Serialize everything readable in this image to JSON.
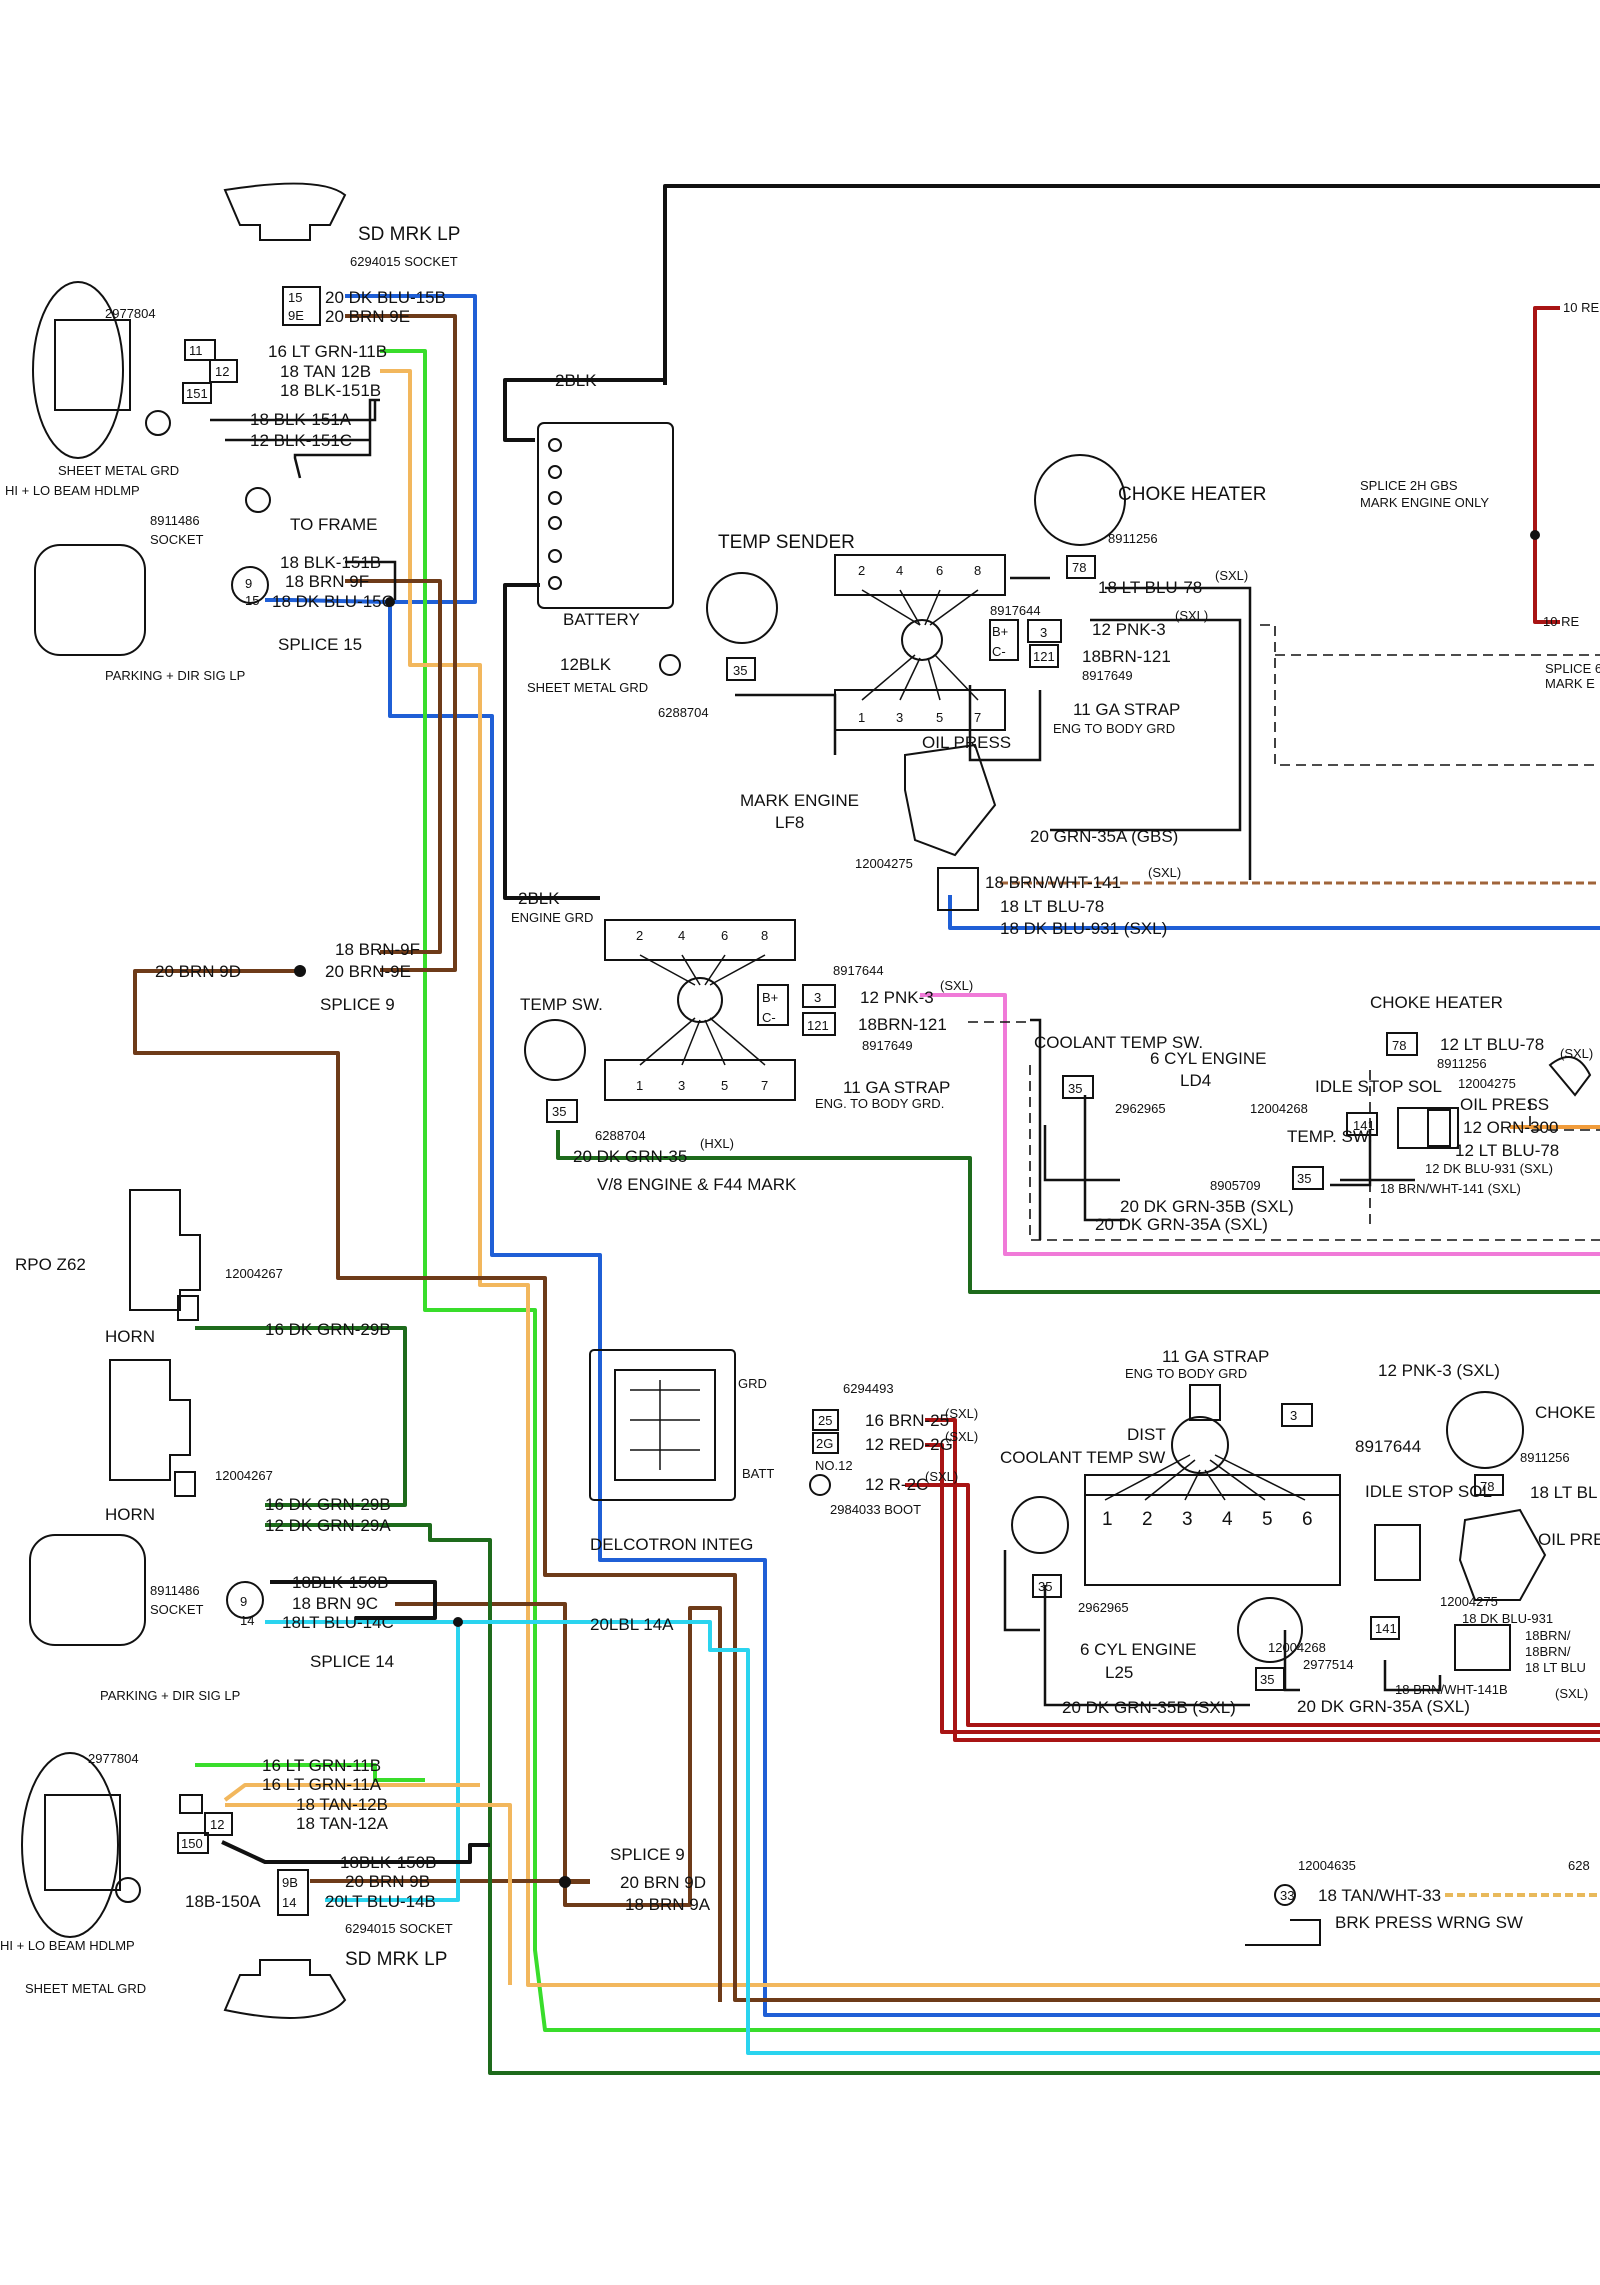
{
  "colors": {
    "black": "#111111",
    "blue": "#1f5fd6",
    "lt_blue": "#2ad4ef",
    "lt_green": "#39dd2b",
    "brown": "#6e3b19",
    "tan": "#f2b75d",
    "dk_green": "#1e6b1c",
    "red": "#a81414",
    "pink": "#f07ad8",
    "orange": "#f19c3b"
  },
  "labels": {
    "sd_mrk_lp": "SD MRK LP",
    "socket_6294015": "6294015 SOCKET",
    "p_2977804": "2977804",
    "w_20dkblu15b": "20 DK BLU-15B",
    "w_20brn9e": "20 BRN 9E",
    "w_16ltgrn11b": "16 LT GRN-11B",
    "w_18tan12b": "18 TAN 12B",
    "w_18blk151b": "18 BLK-151B",
    "w_18blk151a": "18 BLK-151A",
    "w_12blk151c": "12 BLK-151C",
    "sheet_metal_grd": "SHEET METAL GRD",
    "hi_lo_beam": "HI + LO BEAM HDLMP",
    "to_frame": "TO FRAME",
    "p_8911486": "8911486",
    "socket": "SOCKET",
    "w_18blk151b_2": "18 BLK-151B",
    "w_18brn9f": "18 BRN 9F",
    "w_18dkblu15c": "18 DK BLU-15C",
    "splice_15": "SPLICE 15",
    "parking_dir_sig_lp": "PARKING + DIR SIG LP",
    "w_2blk": "2BLK",
    "battery": "BATTERY",
    "w_12blk": "12BLK",
    "sheet_metal_grd_2": "SHEET METAL GRD",
    "p_6288704": "6288704",
    "temp_sender": "TEMP SENDER",
    "choke_heater": "CHOKE HEATER",
    "p_8911256": "8911256",
    "w_18ltblu78": "18 LT BLU-78",
    "sxl": "(SXL)",
    "p_8917644": "8917644",
    "w_12pnk3": "12 PNK-3",
    "w_18brn121": "18BRN-121",
    "p_8917649": "8917649",
    "w_11ga_strap": "11 GA STRAP",
    "eng_to_body_grd": "ENG TO BODY GRD",
    "oil_press": "OIL PRESS",
    "mark_engine": "MARK ENGINE",
    "lf8": "LF8",
    "w_20grn35a_gbs": "20 GRN-35A (GBS)",
    "p_12004275": "12004275",
    "w_18brnwht141": "18 BRN/WHT-141",
    "w_18ltblu78_2": "18 LT BLU-78",
    "w_18dkblu931": "18 DK BLU-931 (SXL)",
    "w_10red": "10 RE",
    "w_10red_2": "10 RE",
    "splice_2h": "SPLICE 2H GBS",
    "mark_engine_only": "MARK ENGINE ONLY",
    "splice_cut": "SPLICE 6",
    "mark_cut": "MARK E",
    "w_2blk_2": "2BLK",
    "engine_grd": "ENGINE GRD",
    "p_8917644_2": "8917644",
    "w_12pnk3_2": "12 PNK-3",
    "sxl_2": "(SXL)",
    "w_18brn121_2": "18BRN-121",
    "p_8917649_2": "8917649",
    "temp_sw": "TEMP SW.",
    "w_11ga_strap_2": "11 GA STRAP",
    "eng_to_body_grd_2": "ENG. TO BODY GRD.",
    "p_6288704_2": "6288704",
    "w_20dkgrn35": "20 DK GRN-35",
    "hxl": "(HXL)",
    "v8_engine": "V/8 ENGINE & F44 MARK",
    "coolant_temp_sw": "COOLANT TEMP SW.",
    "six_cyl_engine": "6 CYL ENGINE",
    "ld4": "LD4",
    "p_2962965": "2962965",
    "choke_heater_2": "CHOKE HEATER",
    "w_12ltblu78": "12 LT BLU-78",
    "p_8911256_2": "8911256",
    "idle_stop_sol": "IDLE STOP SOL",
    "p_12004268": "12004268",
    "p_12004275_2": "12004275",
    "oil_press_2": "OIL PRESS",
    "w_12orn300": "12 ORN-300",
    "w_12ltblu78_2": "12 LT BLU-78",
    "w_12dkblu931": "12 DK BLU-931 (SXL)",
    "temp_sw_2": "TEMP. SW.",
    "p_8905709": "8905709",
    "w_18brnwht141_2": "18 BRN/WHT-141 (SXL)",
    "w_20dkgrn35b": "20 DK GRN-35B (SXL)",
    "w_20dkgrn35a": "20 DK GRN-35A (SXL)",
    "rpo_z62": "RPO Z62",
    "p_12004267": "12004267",
    "horn": "HORN",
    "w_16dkgrn29b": "16 DK GRN-29B",
    "p_12004267_2": "12004267",
    "horn_2": "HORN",
    "w_16dkgrn29b_2": "16 DK GRN-29B",
    "w_12dkgrn29a": "12 DK GRN-29A",
    "w_18brn9f_2": "18 BRN-9F",
    "w_20brn9d": "20 BRN 9D",
    "w_20brn9e_2": "20 BRN-9E",
    "splice_9": "SPLICE 9",
    "delcotron": "DELCOTRON INTEG",
    "grd": "GRD",
    "batt": "BATT",
    "p_6294493": "6294493",
    "w_16brn25": "16 BRN-25",
    "w_12red2g": "12 RED-2G",
    "no12": "NO.12",
    "w_12r2c": "12 R-2C",
    "p_2984033": "2984033 BOOT",
    "w_11ga_strap_3": "11 GA STRAP",
    "eng_to_body_grd_3": "ENG TO BODY GRD",
    "w_12pnk3_3": "12 PNK-3 (SXL)",
    "dist": "DIST",
    "coolant_temp_sw_2": "COOLANT TEMP SW",
    "p_8917644_3": "8917644",
    "choke_heater_3": "CHOKE HEATER",
    "p_8911256_3": "8911256",
    "w_18ltblu_cut": "18 LT BL",
    "idle_stop_sol_2": "IDLE STOP SOL",
    "oil_press_3": "OIL PRESS",
    "p_2962965_2": "2962965",
    "p_12004268_2": "12004268",
    "p_2977514": "2977514",
    "p_12004275_3": "12004275",
    "w_18dkblu931_2": "18 DK BLU-931",
    "w_18brn_a": "18BRN/",
    "w_18brn_b": "18BRN/",
    "w_18ltblu_cut2": "18 LT BLU",
    "w_18brnwht141b": "18 BRN/WHT-141B",
    "sxl_3": "(SXL)",
    "six_cyl_engine_2": "6 CYL ENGINE",
    "l25": "L25",
    "w_20dkgrn35b_2": "20 DK GRN-35B (SXL)",
    "w_20dkgrn35a_2": "20 DK GRN-35A (SXL)",
    "w_18blk150b": "18BLK-150B",
    "w_18brn9c": "18 BRN 9C",
    "w_18ltblu14c": "18LT BLU-14C",
    "w_20lblu14a": "20LBL 14A",
    "splice_14": "SPLICE 14",
    "parking_dir_sig_lp_2": "PARKING + DIR SIG LP",
    "p_8911486_2": "8911486",
    "socket_2": "SOCKET",
    "p_2977804_2": "2977804",
    "w_16ltgrn11b_2": "16 LT GRN-11B",
    "w_16ltgrn11a": "16 LT GRN-11A",
    "w_18tan12b_2": "18 TAN-12B",
    "w_18tan12a": "18 TAN-12A",
    "w_18blk150b_2": "18BLK-150B",
    "w_18b150a": "18B-150A",
    "w_20brn9b": "20 BRN 9B",
    "w_20ltblu14b": "20LT BLU-14B",
    "socket_6294015_2": "6294015 SOCKET",
    "w_20brn9d_2": "20 BRN 9D",
    "w_18brn9a": "18 BRN 9A",
    "splice_9_2": "SPLICE 9",
    "hi_lo_beam_2": "HI + LO BEAM HDLMP",
    "sheet_metal_grd_3": "SHEET METAL GRD",
    "sd_mrk_lp_2": "SD MRK LP",
    "p_12004635": "12004635",
    "w_18tanwht33": "18 TAN/WHT-33",
    "brk_press": "BRK PRESS WRNG SW",
    "p_628": "628",
    "c15": "15",
    "c9e": "9E",
    "c11": "11",
    "c12": "12",
    "c151": "151",
    "c9": "9",
    "c15b": "15",
    "c78": "78",
    "c3": "3",
    "c121": "121",
    "c35": "35",
    "c3b": "3",
    "c121b": "121",
    "c35b": "35",
    "c35c": "35",
    "c78b": "78",
    "c141": "141",
    "c35d": "35",
    "c25": "25",
    "c2g": "2G",
    "c3c": "3",
    "c78c": "78",
    "c35e": "35",
    "c141b": "141",
    "c35f": "35",
    "c9b": "9",
    "c14": "14",
    "c9bb": "9B",
    "c14b": "14",
    "c12b": "12",
    "c150": "150",
    "c33": "33",
    "bplus": "B+",
    "cminus": "C-",
    "bplus2": "B+",
    "cminus2": "C-",
    "d2": "2",
    "d4": "4",
    "d6": "6",
    "d8": "8",
    "d1": "1",
    "d3": "3",
    "d5": "5",
    "d7": "7",
    "e2": "2",
    "e4": "4",
    "e6": "6",
    "e8": "8",
    "e1": "1",
    "e3": "3",
    "e5": "5",
    "e7": "7",
    "f1": "1",
    "f2": "2",
    "f3": "3",
    "f4": "4",
    "f5": "5",
    "f6": "6"
  }
}
